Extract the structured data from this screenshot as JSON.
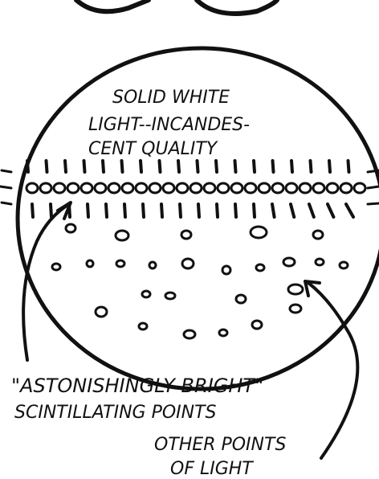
{
  "diagram": {
    "labels": {
      "center_line1": "SOLID WHITE",
      "center_line2": "LIGHT--INCANDES-",
      "center_line3": "CENT QUALITY",
      "quote_line1": "\"ASTONISHINGLY BRIGHT\"",
      "quote_line2": "SCINTILLATING POINTS",
      "other_line1": "OTHER POINTS",
      "other_line2": "OF LIGHT"
    },
    "colors": {
      "ink": "#111111",
      "paper": "#ffffff"
    }
  }
}
